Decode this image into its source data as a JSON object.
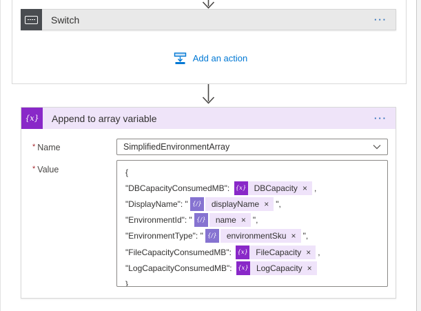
{
  "colors": {
    "accent_blue": "#0078D4",
    "variable_purple": "#8928C8",
    "dynamic_purple": "#8673D1",
    "pill_background": "#EFE3FA",
    "header_lavender": "#EFE4F9",
    "switch_icon_gray": "#494C50"
  },
  "icons": {
    "variable": "{x}",
    "dynamic": "{/}",
    "remove": "×",
    "menu": "···",
    "switch": "keypad",
    "add_action": "insert-step",
    "arrow": "down-arrow",
    "chevron": "down-chevron"
  },
  "switch_card": {
    "title": "Switch"
  },
  "scope": {
    "add_action_label": "Add an action"
  },
  "append_card": {
    "title": "Append to array variable",
    "name_field": {
      "label": "Name",
      "required_mark": "*",
      "value": "SimplifiedEnvironmentArray"
    },
    "value_field": {
      "label": "Value",
      "required_mark": "*",
      "lines": [
        {
          "prefix": "{"
        },
        {
          "prefix": "\"DBCapacityConsumedMB\": ",
          "token": {
            "type": "variable",
            "label": "DBCapacity"
          },
          "suffix": ","
        },
        {
          "prefix": "\"DisplayName\": \"",
          "token": {
            "type": "dynamic",
            "label": "displayName"
          },
          "suffix": "\","
        },
        {
          "prefix": "\"EnvironmentId\": \"",
          "token": {
            "type": "dynamic",
            "label": "name"
          },
          "suffix": "\","
        },
        {
          "prefix": "\"EnvironmentType\": \"",
          "token": {
            "type": "dynamic",
            "label": "environmentSku"
          },
          "suffix": "\","
        },
        {
          "prefix": "\"FileCapacityConsumedMB\": ",
          "token": {
            "type": "variable",
            "label": "FileCapacity"
          },
          "suffix": ","
        },
        {
          "prefix": "\"LogCapacityConsumedMB\": ",
          "token": {
            "type": "variable",
            "label": "LogCapacity"
          }
        },
        {
          "prefix": "}"
        }
      ]
    }
  }
}
